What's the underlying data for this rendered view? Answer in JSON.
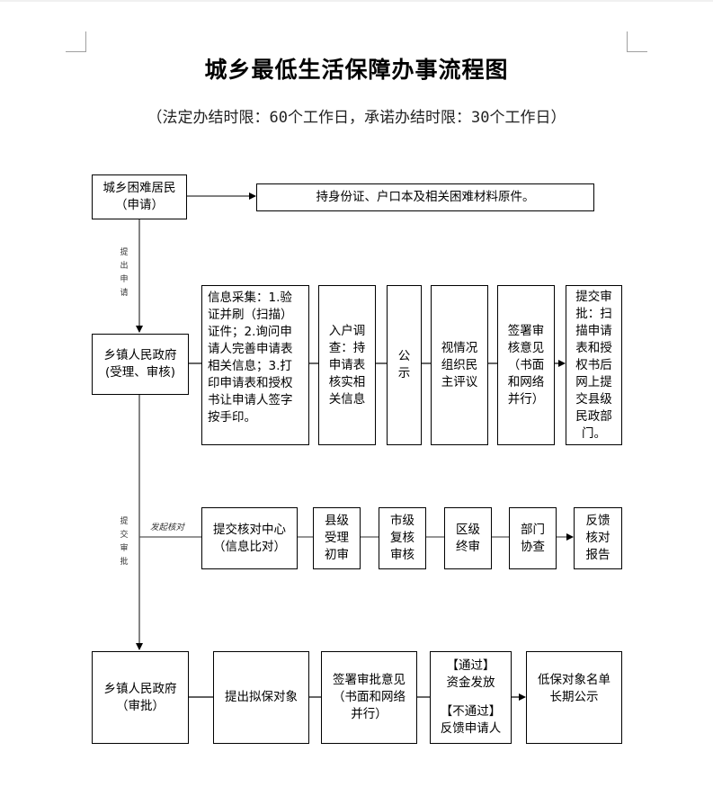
{
  "title": "城乡最低生活保障办事流程图",
  "subtitle": "（法定办结时限：60个工作日，承诺办结时限：30个工作日）",
  "row1": {
    "applicant": "城乡困难居民\n（申请）",
    "materials": "持身份证、户口本及相关困难材料原件。"
  },
  "labels": {
    "submit_application": "提\n出\n申\n请",
    "submit_approval": "提\n交\n审\n批",
    "initiate_check": "发起核对"
  },
  "row2": {
    "township_accept": "乡镇人民政府\n(受理、审核)",
    "info_collect": "信息采集：1.验\n证并刷（扫描）\n证件；2.询问申\n请人完善申请表\n相关信息；3.打\n印申请表和授权\n书让申请人签字\n按手印。",
    "home_survey": "入户调\n查：持\n申请表\n核实相\n关信息",
    "publicity": "公\n示",
    "democratic_review": "视情况\n组织民\n主评议",
    "sign_opinion": "签署审\n核意见\n（书面\n和网络\n并行）",
    "submit_approval": "提交审\n批：扫\n描申请\n表和授\n权书后\n网上提\n交县级\n民政部\n门。"
  },
  "row3": {
    "verify_center": "提交核对中心\n（信息比对）",
    "county_initial": "县级\n受理\n初审",
    "city_review": "市级\n复核\n审核",
    "district_final": "区级\n终审",
    "dept_check": "部门\n协查",
    "feedback_report": "反馈\n核对\n报告"
  },
  "row4": {
    "township_approve": "乡镇人民政府\n（审批）",
    "propose_targets": "提出拟保对象",
    "sign_approval": "签署审批意见\n（书面和网络\n并行）",
    "outcome_pass": "【通过】\n资金发放",
    "outcome_fail": "【不通过】\n反馈申请人",
    "public_list": "低保对象名单\n长期公示"
  }
}
